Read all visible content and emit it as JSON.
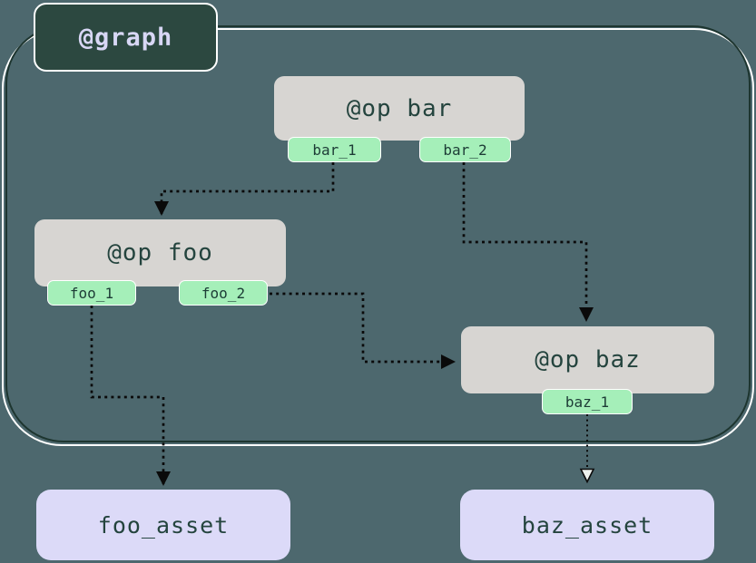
{
  "colors": {
    "background": "#4d686e",
    "container_stroke": "#1d352f",
    "container_highlight": "#ffffff",
    "graph_badge_bg": "#2c4840",
    "graph_badge_text": "#d8d7f5",
    "op_node_bg": "#d7d5d2",
    "op_node_text": "#24443e",
    "output_port_bg": "#a5efb9",
    "output_port_text": "#1d3c36",
    "asset_bg": "#dcdaf8",
    "asset_text": "#24443e",
    "edge_color": "#0a0a0a"
  },
  "graph": {
    "label": "@graph"
  },
  "ops": {
    "bar": {
      "label": "@op bar",
      "outputs": {
        "out1": "bar_1",
        "out2": "bar_2"
      }
    },
    "foo": {
      "label": "@op foo",
      "outputs": {
        "out1": "foo_1",
        "out2": "foo_2"
      }
    },
    "baz": {
      "label": "@op baz",
      "outputs": {
        "out1": "baz_1"
      }
    }
  },
  "assets": {
    "foo_asset": {
      "label": "foo_asset"
    },
    "baz_asset": {
      "label": "baz_asset"
    }
  },
  "edges": [
    {
      "from": "bar_1",
      "to": "op foo",
      "arrow": "filled"
    },
    {
      "from": "bar_2",
      "to": "op baz",
      "arrow": "filled"
    },
    {
      "from": "foo_2",
      "to": "op baz",
      "arrow": "filled"
    },
    {
      "from": "foo_1",
      "to": "foo_asset",
      "arrow": "filled"
    },
    {
      "from": "baz_1",
      "to": "baz_asset",
      "arrow": "hollow"
    }
  ]
}
